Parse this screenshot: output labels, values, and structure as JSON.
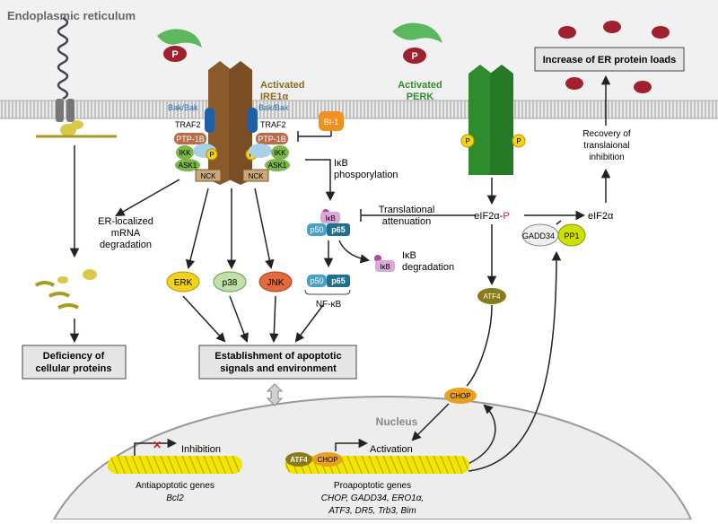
{
  "title": "Endoplasmic reticulum",
  "ire1": {
    "label_line1": "Activated",
    "label_line2": "IRE1α"
  },
  "perk": {
    "label_line1": "Activated",
    "label_line2": "PERK"
  },
  "bak_left": "Bak/Bak",
  "bak_right": "Bak/Bak",
  "traf2_left": "TRAF2",
  "traf2_right": "TRAF2",
  "ptp1b_left": "PTP-1B",
  "ptp1b_right": "PTP-1B",
  "ikk_left": "IKK",
  "ikk_right": "IKK",
  "ask1_left": "ASK1",
  "ask1_right": "ASK1",
  "nck_left": "NCK",
  "nck_right": "NCK",
  "p_badge": "P",
  "bi1": "BI-1",
  "ikb_phos": {
    "line1": "IκB",
    "line2": "phosporylation"
  },
  "ikb": "IκB",
  "p50": "p50",
  "p65": "p65",
  "ikb_deg": {
    "line1": "IκB",
    "line2": "degradation"
  },
  "nfkb": "NF-κB",
  "transl_atten": {
    "line1": "Translational",
    "line2": "attenuation"
  },
  "eif2a_p": {
    "base": "eIF2α-",
    "p": "P"
  },
  "eif2a": "eIF2α",
  "gadd34": "GADD34",
  "pp1": "PP1",
  "atf4": "ATF4",
  "chop": "CHOP",
  "recovery": {
    "line1": "Recovery of",
    "line2": "translaional",
    "line3": "inhibition"
  },
  "increase_box": "Increase of ER protein loads",
  "er_mrna": {
    "line1": "ER-localized",
    "line2": "mRNA",
    "line3": "degradation"
  },
  "erk": "ERK",
  "p38": "p38",
  "jnk": "JNK",
  "deficiency_box": {
    "line1": "Deficiency of",
    "line2": "cellular proteins"
  },
  "establishment_box": {
    "line1": "Establishment of apoptotic",
    "line2": "signals and environment"
  },
  "nucleus": "Nucleus",
  "inhibition": "Inhibition",
  "activation": "Activation",
  "anti_genes": {
    "line1": "Antiapoptotic genes",
    "line2": "Bcl2"
  },
  "pro_genes": {
    "line1": "Proapoptotic genes",
    "line2": "CHOP, GADD34, ERO1α,",
    "line3": "ATF3, DR5, Trb3, Bim"
  },
  "colors": {
    "ire1": "#8a5a2b",
    "perk": "#2e8b2e",
    "membrane": "#c8c8c8",
    "dna": "#f2e600",
    "box": "#e6e6e6"
  }
}
